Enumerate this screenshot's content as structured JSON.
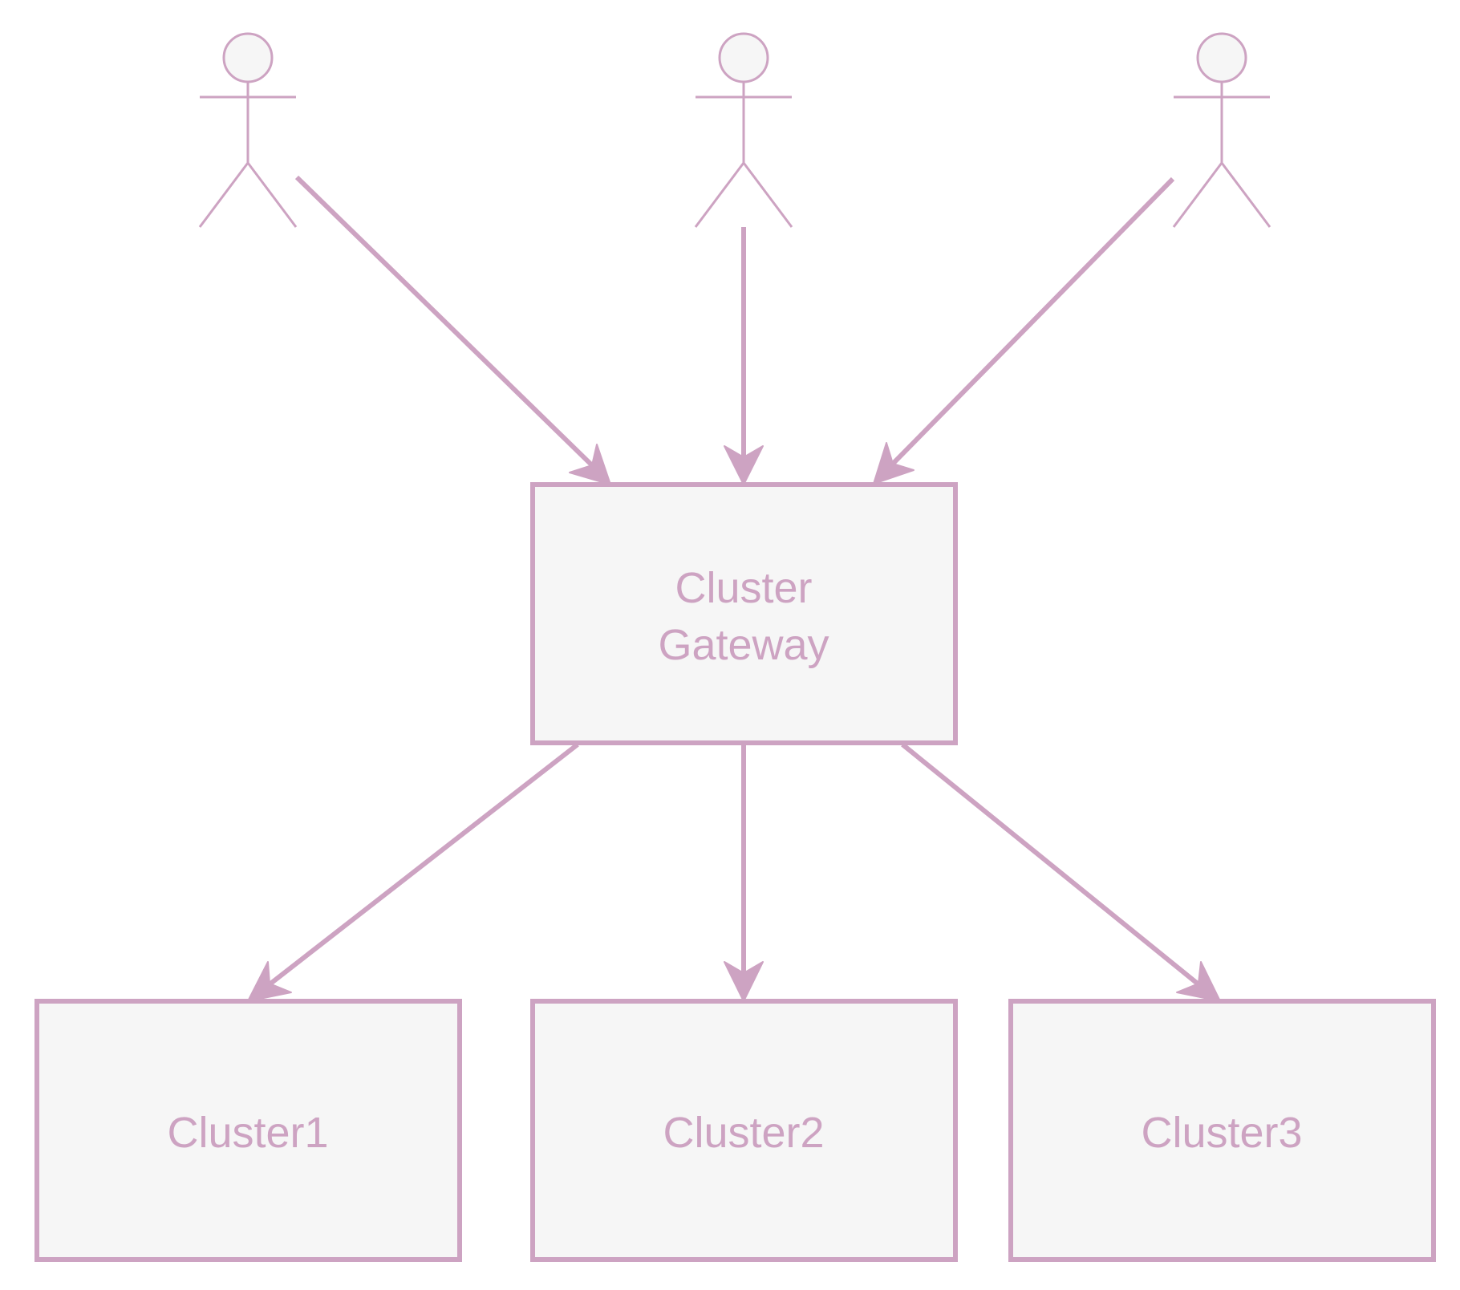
{
  "colors": {
    "stroke": "#cda3c2",
    "node_fill": "#f6f6f6",
    "text": "#cda3c2",
    "background": "#ffffff"
  },
  "actors": [
    {
      "id": "actor1",
      "icon": "person-icon"
    },
    {
      "id": "actor2",
      "icon": "person-icon"
    },
    {
      "id": "actor3",
      "icon": "person-icon"
    }
  ],
  "gateway": {
    "label_line1": "Cluster",
    "label_line2": "Gateway"
  },
  "clusters": [
    {
      "id": "cluster1",
      "label": "Cluster1"
    },
    {
      "id": "cluster2",
      "label": "Cluster2"
    },
    {
      "id": "cluster3",
      "label": "Cluster3"
    }
  ],
  "edges": [
    {
      "from": "actor1",
      "to": "gateway"
    },
    {
      "from": "actor2",
      "to": "gateway"
    },
    {
      "from": "actor3",
      "to": "gateway"
    },
    {
      "from": "gateway",
      "to": "cluster1"
    },
    {
      "from": "gateway",
      "to": "cluster2"
    },
    {
      "from": "gateway",
      "to": "cluster3"
    }
  ]
}
